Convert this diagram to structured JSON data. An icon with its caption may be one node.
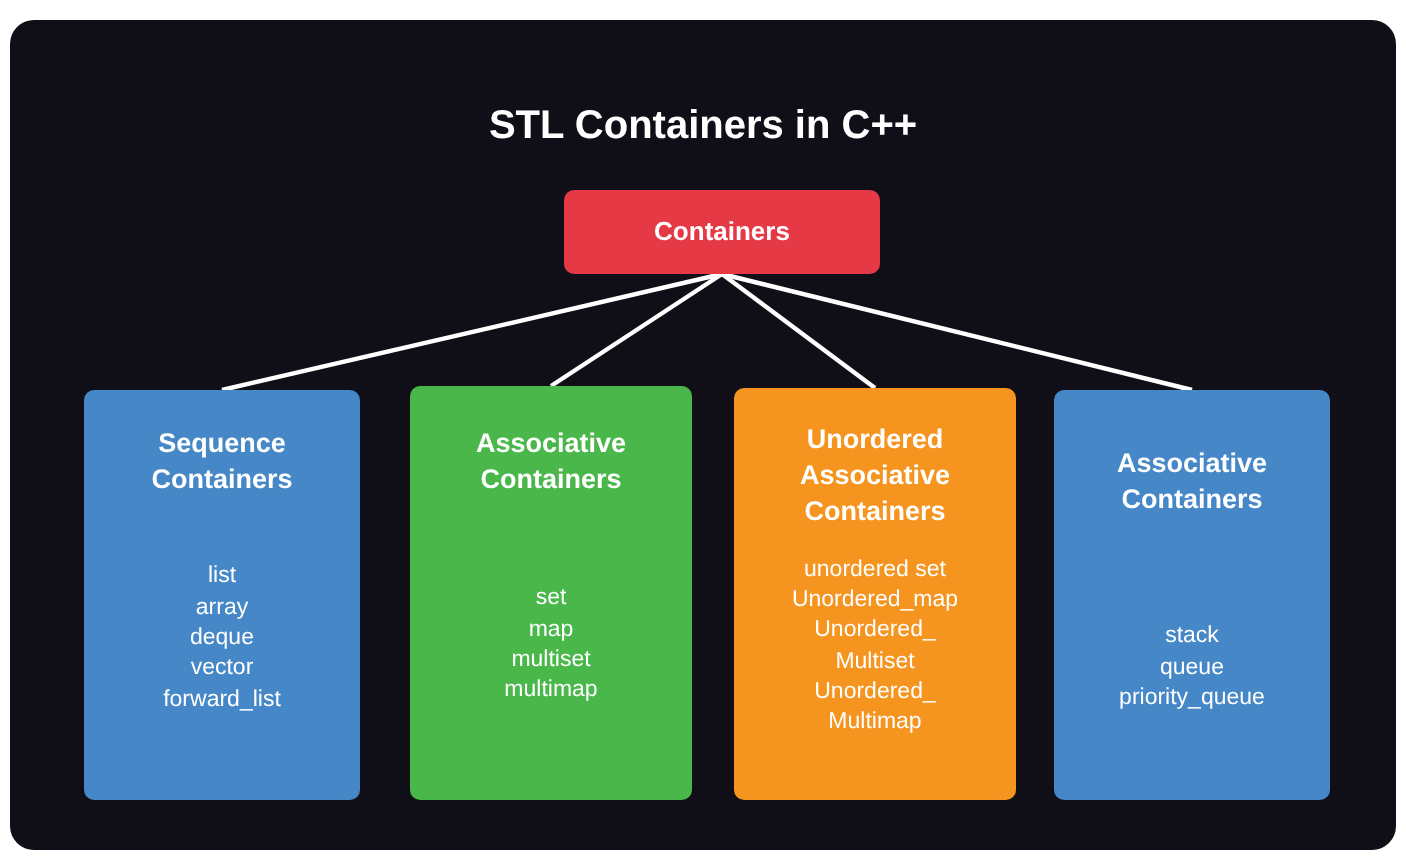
{
  "diagram": {
    "title": "STL Containers in C++",
    "nodes": [
      {
        "text": [
          "Containers"
        ]
      },
      {
        "text": [
          "Sequence Containers",
          "list",
          "array",
          "deque",
          "vector",
          "forward_list"
        ]
      },
      {
        "text": [
          "Associative Containers",
          "set",
          "map",
          "multiset",
          "multimap"
        ]
      },
      {
        "text": [
          "Unordered Associative Containers",
          "unordered set",
          "Unordered_map",
          "Unordered_ Multiset",
          "Unordered_ Multimap"
        ]
      },
      {
        "text": [
          "Associative Containers",
          "stack",
          "queue",
          "priority_queue"
        ]
      }
    ],
    "edges": [
      {
        "from": 0,
        "to": 1,
        "arrow": "none"
      },
      {
        "from": 0,
        "to": 2,
        "arrow": "none"
      },
      {
        "from": 0,
        "to": 3,
        "arrow": "none"
      },
      {
        "from": 0,
        "to": 4,
        "arrow": "none"
      }
    ]
  }
}
